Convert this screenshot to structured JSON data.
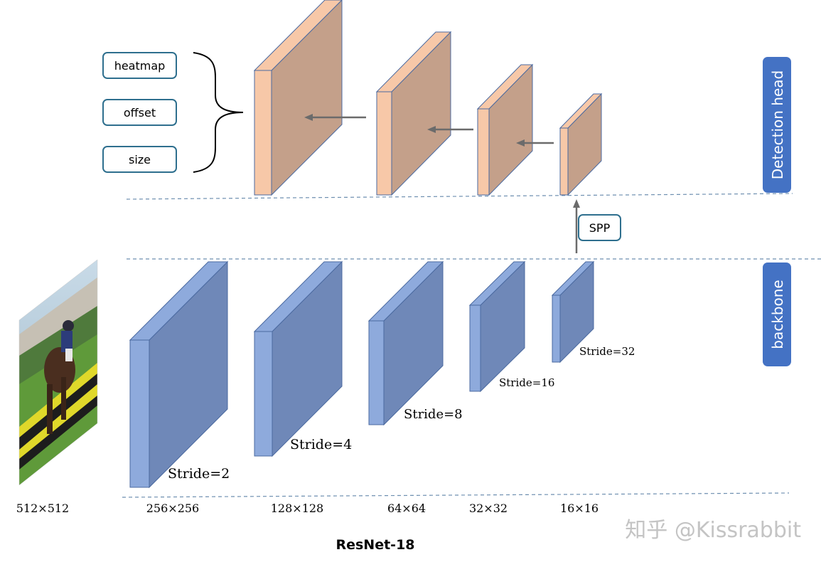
{
  "head_outputs": [
    "heatmap",
    "offset",
    "size"
  ],
  "spp_label": "SPP",
  "side_labels": {
    "head": "Detection head",
    "backbone": "backbone"
  },
  "strides": [
    "Stride=2",
    "Stride=4",
    "Stride=8",
    "Stride=16",
    "Stride=32"
  ],
  "resolutions": [
    "512×512",
    "256×256",
    "128×128",
    "64×64",
    "32×32",
    "16×16"
  ],
  "title": "ResNet-18",
  "watermark": "知乎 @Kissrabbit",
  "colors": {
    "head_front": "#f7c8a8",
    "head_side": "#c4a08a",
    "backbone_front": "#8eaadc",
    "backbone_side": "#6f88b8",
    "label_bg": "#4472c4",
    "box_border": "#2e6f8e",
    "dash": "#6e8fb0"
  }
}
